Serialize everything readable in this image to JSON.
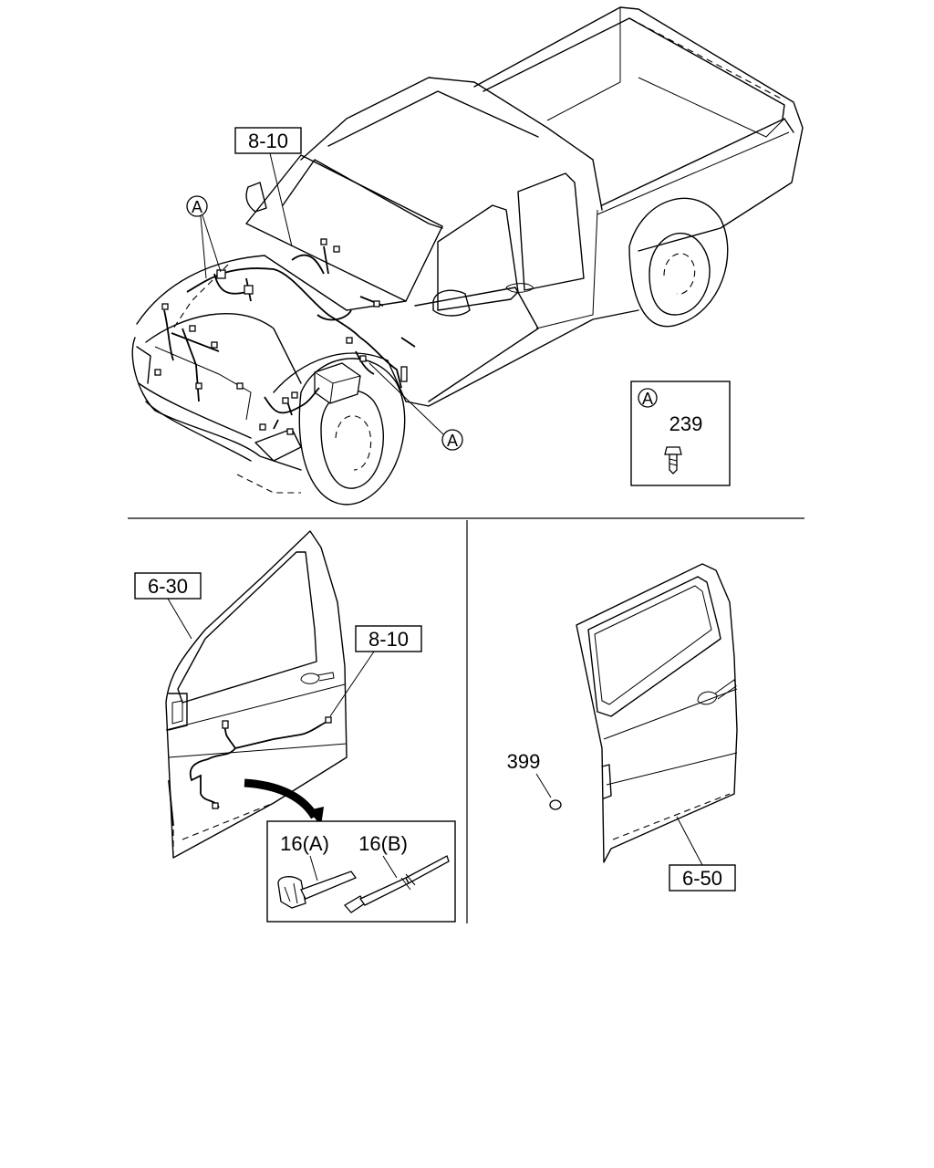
{
  "callouts": {
    "top_ref": "8-10",
    "circle_a_1": "A",
    "circle_a_2": "A",
    "inset_a_letter": "A",
    "inset_a_part": "239",
    "front_door_ref": "6-30",
    "front_door_harness_ref": "8-10",
    "clip_a": "16(A)",
    "clip_b": "16(B)",
    "rear_plug": "399",
    "rear_door_ref": "6-50"
  }
}
